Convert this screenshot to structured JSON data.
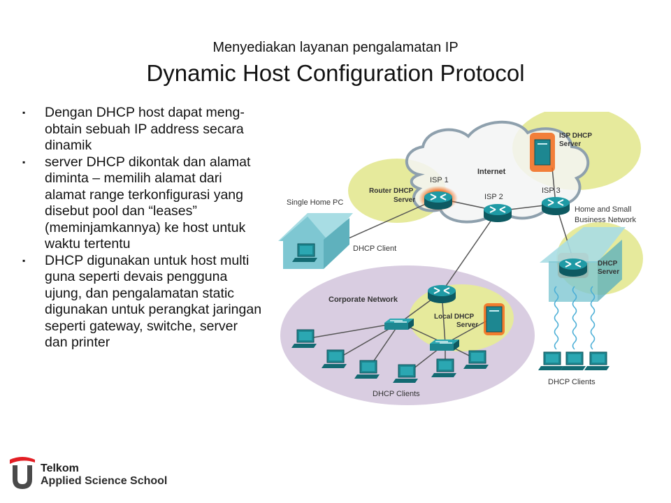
{
  "header": {
    "subtitle": "Menyediakan layanan pengalamatan IP",
    "title": "Dynamic Host Configuration Protocol"
  },
  "bullets": [
    "Dengan DHCP host dapat meng-obtain sebuah IP address secara dinamik",
    "server DHCP dikontak dan alamat diminta – memilih alamat dari alamat range terkonfigurasi yang disebut pool dan “leases” (meminjamkannya) ke host untuk waktu tertentu",
    "DHCP digunakan untuk host multi guna seperti devais pengguna ujung, dan pengalamatan static digunakan untuk perangkat jaringan seperti gateway, switche, server dan printer"
  ],
  "bullet_marker": "▪",
  "diagram": {
    "internet": "Internet",
    "isp1": "ISP 1",
    "isp2": "ISP 2",
    "isp3": "ISP 3",
    "isp_dhcp_server": [
      "ISP DHCP",
      "Server"
    ],
    "router_dhcp_server": [
      "Router DHCP",
      "Server"
    ],
    "single_home_pc": "Single Home PC",
    "dhcp_client": "DHCP Client",
    "home_small_business": [
      "Home and Small",
      "Business Network"
    ],
    "home_dhcp_server": [
      "DHCP",
      "Server"
    ],
    "dhcp_clients_right": "DHCP Clients",
    "corporate_network": "Corporate Network",
    "local_dhcp_server": [
      "Local DHCP",
      "Server"
    ],
    "dhcp_clients_corp": "DHCP Clients"
  },
  "logo": {
    "name": "Telkom",
    "sub": "Applied Science School"
  },
  "colors": {
    "cloud": "#f3f4f5",
    "cloud_stroke": "#8ea0ad",
    "yellow_bubble": "#e6ea9c",
    "purple_bubble": "#d9cde1",
    "device": "#19808a",
    "glow": "#f26a1b",
    "house": "#7ec7d2",
    "logo_red": "#e31e24"
  }
}
